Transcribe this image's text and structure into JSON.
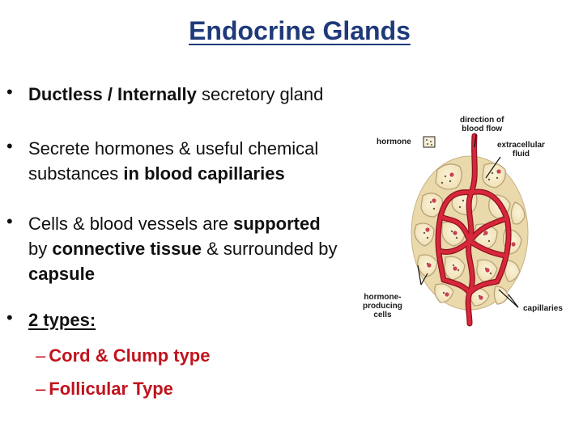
{
  "title": "Endocrine Glands",
  "bullet1": {
    "part1": "Ductless / Internally",
    "part2": " secretory gland"
  },
  "bullet2": {
    "line1": "Secrete hormones & useful chemical",
    "line2_part1": "substances ",
    "line2_part2": "in blood capillaries"
  },
  "bullet3": {
    "p1": "Cells & blood vessels are ",
    "p2": "supported",
    "p3": "by ",
    "p4": "connective tissue",
    "p5": " & surrounded by",
    "p6": "capsule"
  },
  "bullet4": {
    "label": "2 types:"
  },
  "subitems": [
    "Cord & Clump type",
    "Follicular Type"
  ],
  "bullet_char": "•",
  "dash_char": "–",
  "diagram": {
    "labels": {
      "direction1": "direction of",
      "direction2": "blood flow",
      "hormone": "hormone",
      "extracellular1": "extracellular",
      "extracellular2": "fluid",
      "producing1": "hormone-",
      "producing2": "producing",
      "producing3": "cells",
      "capillaries": "capillaries"
    },
    "colors": {
      "cell": "#f4e8c4",
      "cell_edge": "#b9a27a",
      "vessel": "#d8263a",
      "vessel_edge": "#8f1322"
    }
  }
}
